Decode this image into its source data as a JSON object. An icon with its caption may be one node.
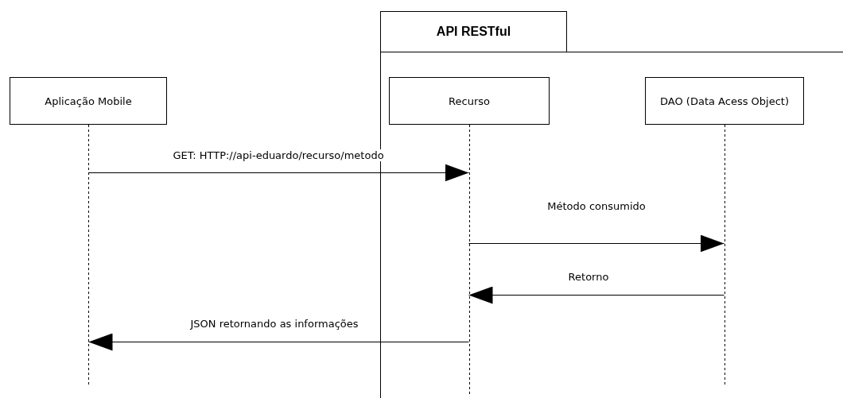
{
  "diagram": {
    "nodes": [
      {
        "text": [
          "API RESTful"
        ]
      },
      {
        "text": [
          "Aplicação Mobile"
        ]
      },
      {
        "text": [
          "Recurso"
        ],
        "in": 0
      },
      {
        "text": [
          "DAO (Data Acess Object)"
        ],
        "in": 0
      }
    ],
    "edges": [
      {
        "from": 1,
        "to": 2,
        "arrow": "to",
        "label": "GET: HTTP://api-eduardo/recurso/metodo"
      },
      {
        "from": 2,
        "to": 3,
        "arrow": "to",
        "label": "Método consumido"
      },
      {
        "from": 3,
        "to": 2,
        "arrow": "to",
        "label": "Retorno"
      },
      {
        "from": 2,
        "to": 1,
        "arrow": "to",
        "label": "JSON retornando as informações"
      }
    ]
  }
}
